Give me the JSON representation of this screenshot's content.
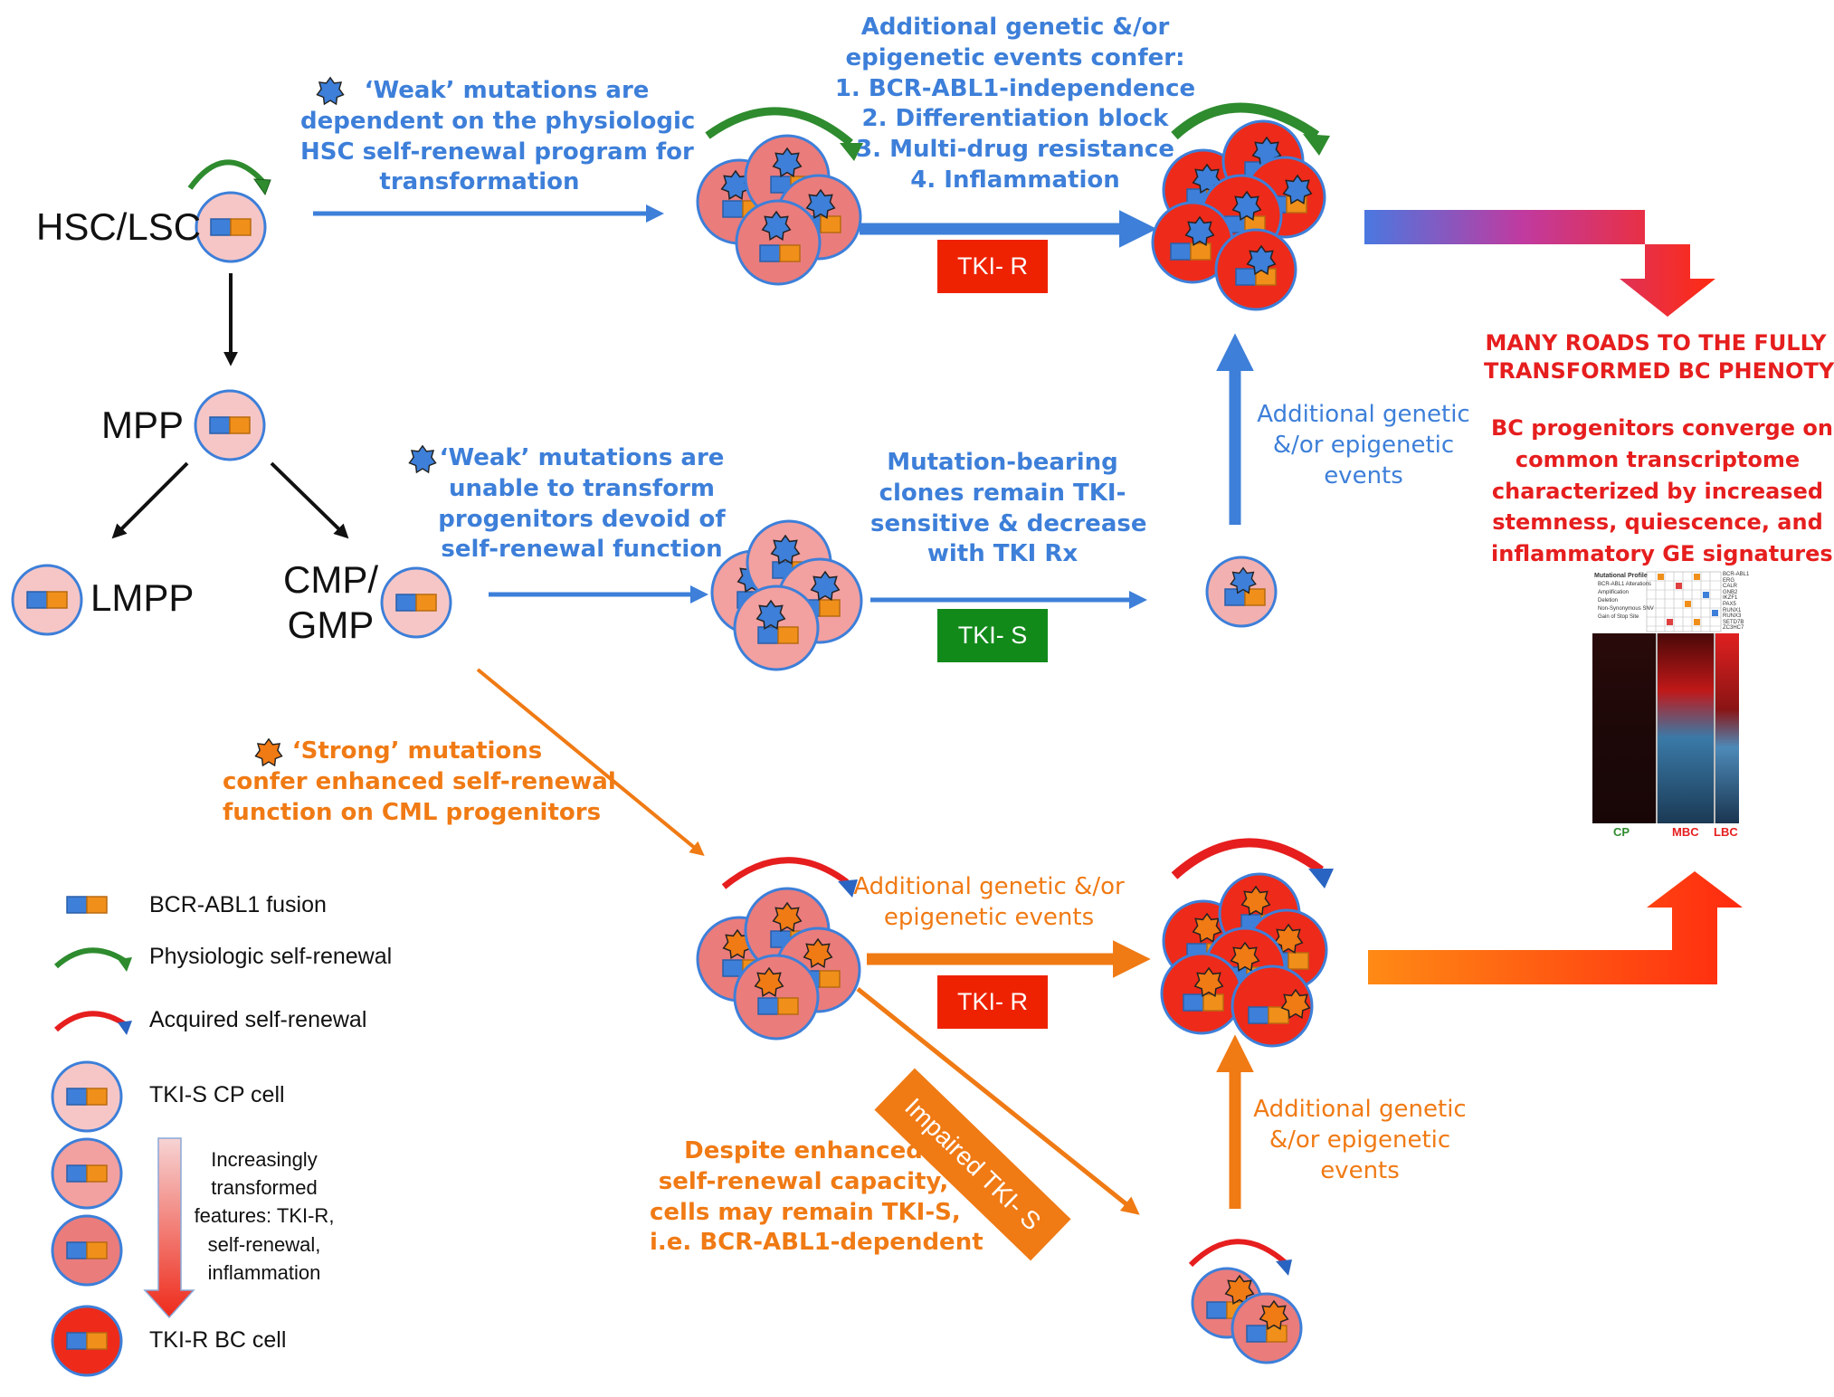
{
  "top_left": {
    "weak_dependent": [
      "‘Weak’ mutations are",
      "dependent on the physiologic",
      "HSC self-renewal program for",
      "transformation"
    ]
  },
  "top_right_heading": [
    "Additional genetic &/or",
    "epigenetic events confer:",
    "1. BCR-ABL1-independence",
    "2. Differentiation block",
    "3. Multi-drug resistance",
    "4. Inflammation"
  ],
  "cells": {
    "hsc": "HSC/LSC",
    "mpp": "MPP",
    "lmpp": "LMPP",
    "cmp": [
      "CMP/",
      "GMP"
    ]
  },
  "middle": {
    "weak_unable": [
      "‘Weak’ mutations are",
      "unable to transform",
      "progenitors devoid of",
      "self-renewal function"
    ],
    "mutation_bearing": [
      "Mutation-bearing",
      "clones remain TKI-",
      "sensitive & decrease",
      "with TKI Rx"
    ],
    "additional_blue": [
      "Additional genetic",
      "&/or epigenetic",
      "events"
    ]
  },
  "strong": [
    "‘Strong’ mutations",
    "confer enhanced self-renewal",
    "function on CML progenitors"
  ],
  "bottom": {
    "additional_orange_top": [
      "Additional genetic &/or",
      "epigenetic events"
    ],
    "additional_orange_right": [
      "Additional genetic",
      "&/or epigenetic",
      "events"
    ],
    "impaired": "Impaired TKI- S",
    "despite": [
      "Despite enhanced",
      "self-renewal capacity,",
      "cells may remain TKI-S,",
      "i.e. BCR-ABL1-dependent"
    ]
  },
  "badges": {
    "tki_r_top": "TKI- R",
    "tki_s": "TKI- S",
    "tki_r_bottom": "TKI- R"
  },
  "many_roads": [
    "MANY ROADS TO THE FULLY",
    "TRANSFORMED BC PHENOTYPE"
  ],
  "bc_box": {
    "text": [
      "BC progenitors converge on a",
      "common transcriptome",
      "characterized by increased",
      "stemness, quiescence, and",
      "inflammatory GE signatures"
    ],
    "heatmap_labels": {
      "cp": "CP",
      "mbc": "MBC",
      "lbc": "LBC"
    },
    "profile_title": "Mutational Profile",
    "profile_items": [
      "BCR-ABL1 Alterations",
      "Amplification",
      "Deletion",
      "Non-Synonymous SNV",
      "Gain of Stop Site"
    ],
    "gene_list": [
      "BCR-ABL1",
      "ERG",
      "CALR",
      "GNB2",
      "IKZF1",
      "PAX5",
      "RUNX1",
      "RUNX3",
      "SETD7B",
      "ZC3HC7"
    ]
  },
  "legend": {
    "title": "LEGEND",
    "items": [
      "BCR-ABL1 fusion",
      "Physiologic self-renewal",
      "Acquired self-renewal",
      "TKI-S CP cell",
      "TKI-R BC cell"
    ],
    "gradient_note": [
      "Increasingly",
      "transformed",
      "features: TKI-R,",
      "self-renewal,",
      "inflammation"
    ]
  },
  "colors": {
    "blue": "#3d7fd9",
    "orange": "#f07a14",
    "red": "#e61e1e",
    "green": "#2e8b2e",
    "light_cell": "#f6c6c6",
    "mid_cell": "#ea7c7c",
    "bc_cell": "#ee2a1a"
  }
}
